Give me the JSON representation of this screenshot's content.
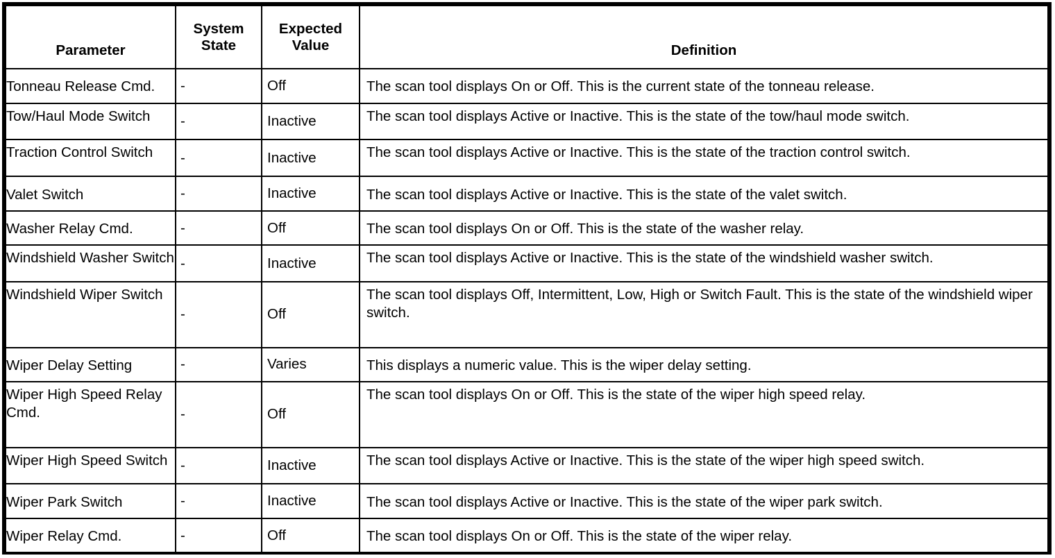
{
  "table": {
    "name": "scan-tool-parameter-definitions",
    "columns": [
      {
        "key": "parameter",
        "label": "Parameter"
      },
      {
        "key": "system_state",
        "label": "System\nState"
      },
      {
        "key": "expected_value",
        "label": "Expected\nValue"
      },
      {
        "key": "definition",
        "label": "Definition"
      }
    ],
    "header": {
      "parameter": "Parameter",
      "system_state_line1": "System",
      "system_state_line2": "State",
      "expected_value_line1": "Expected",
      "expected_value_line2": "Value",
      "definition": "Definition"
    },
    "rows": [
      {
        "parameter": "Tonneau Release Cmd.",
        "system_state": "-",
        "expected_value": "Off",
        "definition": "The scan tool displays On or Off. This is the current state of the tonneau release."
      },
      {
        "parameter": "Tow/Haul Mode Switch",
        "system_state": "-",
        "expected_value": "Inactive",
        "definition": "The scan tool displays Active or Inactive. This is the state of the tow/haul mode switch."
      },
      {
        "parameter": "Traction Control Switch",
        "system_state": "-",
        "expected_value": "Inactive",
        "definition": "The scan tool displays Active or Inactive. This is the state of the traction control switch."
      },
      {
        "parameter": "Valet Switch",
        "system_state": "-",
        "expected_value": "Inactive",
        "definition": "The scan tool displays Active or Inactive. This is the state of the valet switch."
      },
      {
        "parameter": "Washer Relay Cmd.",
        "system_state": "-",
        "expected_value": "Off",
        "definition": "The scan tool displays On or Off. This is the state of the washer relay."
      },
      {
        "parameter": "Windshield Washer Switch",
        "system_state": "-",
        "expected_value": "Inactive",
        "definition": "The scan tool displays Active or Inactive. This is the state of the windshield washer switch."
      },
      {
        "parameter": "Windshield Wiper Switch",
        "system_state": "-",
        "expected_value": "Off",
        "definition": "The scan tool displays Off, Intermittent, Low, High or Switch Fault. This is the state of the windshield wiper switch."
      },
      {
        "parameter": "Wiper Delay Setting",
        "system_state": "-",
        "expected_value": "Varies",
        "definition": "This displays a numeric value. This is the wiper delay setting."
      },
      {
        "parameter": "Wiper High Speed Relay Cmd.",
        "system_state": "-",
        "expected_value": "Off",
        "definition": "The scan tool displays On or Off. This is the state of the wiper high speed relay."
      },
      {
        "parameter": "Wiper High Speed Switch",
        "system_state": "-",
        "expected_value": "Inactive",
        "definition": "The scan tool displays Active or Inactive. This is the state of the wiper high speed switch."
      },
      {
        "parameter": "Wiper Park Switch",
        "system_state": "-",
        "expected_value": "Inactive",
        "definition": "The scan tool displays Active or Inactive. This is the state of the wiper park switch."
      },
      {
        "parameter": "Wiper Relay Cmd.",
        "system_state": "-",
        "expected_value": "Off",
        "definition": "The scan tool displays On or Off. This is the state of the wiper relay."
      }
    ]
  },
  "colors": {
    "border": "#000000",
    "text": "#000000",
    "background": "#ffffff"
  }
}
